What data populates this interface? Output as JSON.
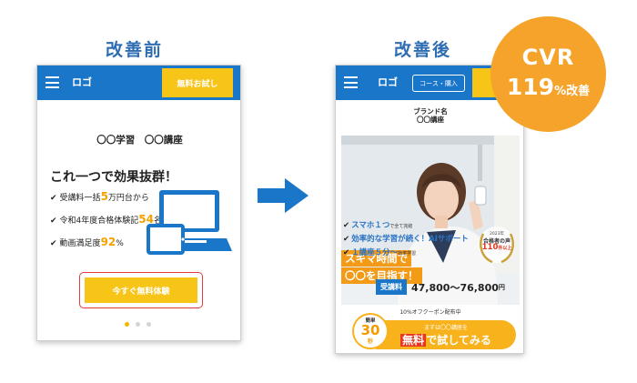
{
  "before": {
    "heading": "改善前",
    "logo": "ロゴ",
    "free_trial_button": "無料お試し",
    "title": "〇〇学習　〇〇講座",
    "headline": "これ一つで効果抜群！",
    "checks": [
      {
        "pre": "受講料一括",
        "hl": "5",
        "post": "万円台から"
      },
      {
        "pre": "令和4年度合格体験記",
        "hl": "54",
        "post": "名"
      },
      {
        "pre": "動画満足度",
        "hl": "92",
        "post": "%"
      }
    ],
    "cta": "今すぐ無料体験"
  },
  "after": {
    "heading": "改善後",
    "logo": "ロゴ",
    "course_button": "コース・購入",
    "brand": "ブランド名",
    "course": "〇〇講座",
    "banner1": "スキマ時間で",
    "banner2": "〇〇を目指す！",
    "features": [
      {
        "text": "スマホ１つ",
        "small": "で全て完結"
      },
      {
        "text": "効率的な学習が続く！AIサポート",
        "small": ""
      },
      {
        "text": "１講座５分～",
        "small": "効率学習"
      }
    ],
    "laurel_year": "2023年",
    "laurel_label": "合格者の声",
    "laurel_count": "110",
    "laurel_unit": "件以上",
    "fee_label": "受講料",
    "fee_range": "47,800～76,800",
    "fee_unit": "円",
    "coupon": "10%オフクーポン配布中",
    "timer_top": "簡単",
    "timer_num": "30",
    "timer_unit": "秒",
    "cta_sub": "まずは〇〇講座を",
    "cta_free": "無料",
    "cta_main": "で試してみる"
  },
  "badge": {
    "title": "CVR",
    "value": "119",
    "suffix": "%改善"
  },
  "colors": {
    "brand_blue": "#1a76c9",
    "accent_yellow": "#f7c418",
    "accent_orange": "#f5a32a",
    "alert_red": "#e43b3b"
  }
}
